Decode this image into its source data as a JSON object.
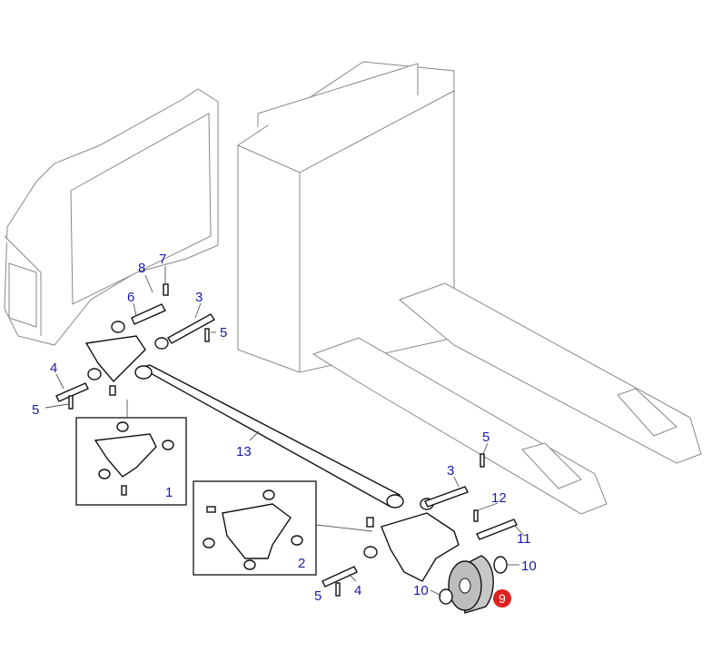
{
  "callouts": {
    "c8": "8",
    "c7": "7",
    "c6": "6",
    "c3a": "3",
    "c5a": "5",
    "c4a": "4",
    "c5b": "5",
    "c1": "1",
    "c13": "13",
    "c2": "2",
    "c5c": "5",
    "c3b": "3",
    "c12": "12",
    "c11": "11",
    "c10a": "10",
    "c10b": "10",
    "c4b": "4",
    "c5d": "5",
    "c9": "9"
  },
  "colors": {
    "callout": "#1a1aa8",
    "highlight": "#e02020"
  }
}
